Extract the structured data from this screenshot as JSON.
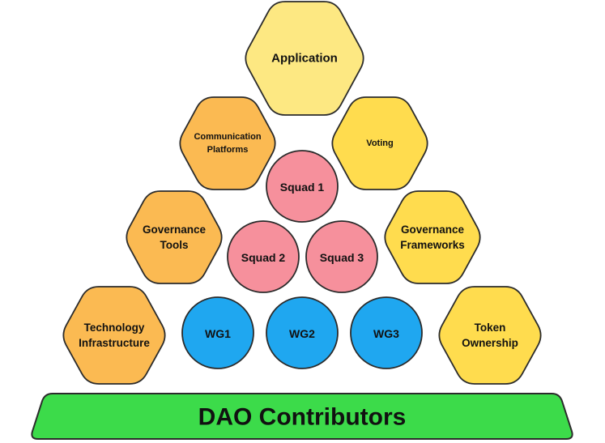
{
  "colors": {
    "outline": "#2b2b2b",
    "hex_yellow": "#FDE882",
    "hex_gold": "#FFDC4E",
    "hex_orange": "#FBBA52",
    "circle_pink": "#F6909C",
    "circle_blue": "#1FA7F0",
    "base_green": "#3CDB4A",
    "text": "#111111"
  },
  "diagram": {
    "hexagons": [
      {
        "label_lines": [
          "Application"
        ],
        "color_key": "hex_yellow",
        "icon": "hexagon"
      },
      {
        "label_lines": [
          "Communication",
          "Platforms"
        ],
        "color_key": "hex_orange",
        "icon": "hexagon"
      },
      {
        "label_lines": [
          "Voting"
        ],
        "color_key": "hex_gold",
        "icon": "hexagon"
      },
      {
        "label_lines": [
          "Governance",
          "Tools"
        ],
        "color_key": "hex_orange",
        "icon": "hexagon"
      },
      {
        "label_lines": [
          "Governance",
          "Frameworks"
        ],
        "color_key": "hex_gold",
        "icon": "hexagon"
      },
      {
        "label_lines": [
          "Technology",
          "Infrastructure"
        ],
        "color_key": "hex_orange",
        "icon": "hexagon"
      },
      {
        "label_lines": [
          "Token",
          "Ownership"
        ],
        "color_key": "hex_gold",
        "icon": "hexagon"
      }
    ],
    "circles": [
      {
        "label": "Squad 1",
        "color_key": "circle_pink",
        "icon": "circle"
      },
      {
        "label": "Squad 2",
        "color_key": "circle_pink",
        "icon": "circle"
      },
      {
        "label": "Squad 3",
        "color_key": "circle_pink",
        "icon": "circle"
      },
      {
        "label": "WG1",
        "color_key": "circle_blue",
        "icon": "circle"
      },
      {
        "label": "WG2",
        "color_key": "circle_blue",
        "icon": "circle"
      },
      {
        "label": "WG3",
        "color_key": "circle_blue",
        "icon": "circle"
      }
    ],
    "base": {
      "label": "DAO Contributors",
      "color_key": "base_green",
      "icon": "trapezoid"
    }
  }
}
